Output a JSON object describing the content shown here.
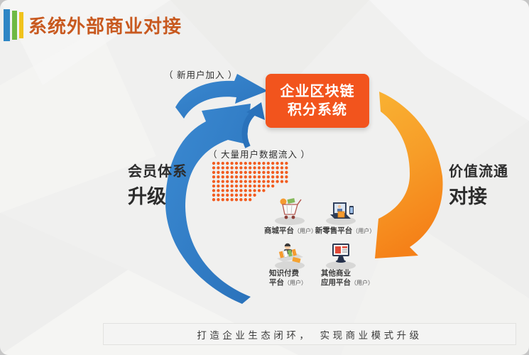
{
  "title": "系统外部商业对接",
  "colors": {
    "title": "#c8591f",
    "bar_blue": "#2e86c5",
    "bar_green": "#6fb944",
    "bar_yellow": "#f0c31c",
    "accent_blue": "#2a72bb",
    "accent_blue_light": "#3b8ad2",
    "accent_orange_box": "#f2541d",
    "arc_orange_light": "#f9b233",
    "arc_orange_mid": "#f79d28",
    "arc_orange_dark": "#f58118",
    "dots": "#f25c1f"
  },
  "diagram": {
    "center_box": {
      "line1": "企业区块链",
      "line2": "积分系统"
    },
    "annotation_new_users": "（ 新用户加入 ）",
    "annotation_data_inflow": "（ 大量用户数据流入 ）",
    "left_label": {
      "line1": "会员体系",
      "line2": "升级"
    },
    "right_label": {
      "line1": "价值流通",
      "line2": "对接"
    },
    "dots_rows": [
      17,
      17,
      17,
      17,
      17,
      14,
      12,
      10,
      9
    ],
    "platforms": [
      {
        "icon": "shopping-cart-icon",
        "line1": "商城平台",
        "suffix1": "（用户）"
      },
      {
        "icon": "laptop-retail-icon",
        "line1": "新零售平台",
        "suffix1": "（用户）"
      },
      {
        "icon": "knowledge-pay-icon",
        "line1": "知识付费",
        "line2": "平台",
        "suffix2": "（用户）"
      },
      {
        "icon": "business-app-icon",
        "line1": "其他商业",
        "line2": "应用平台",
        "suffix2": "（用户）"
      }
    ]
  },
  "footer": {
    "text": "打造企业生态闭环，　实现商业模式升级"
  }
}
